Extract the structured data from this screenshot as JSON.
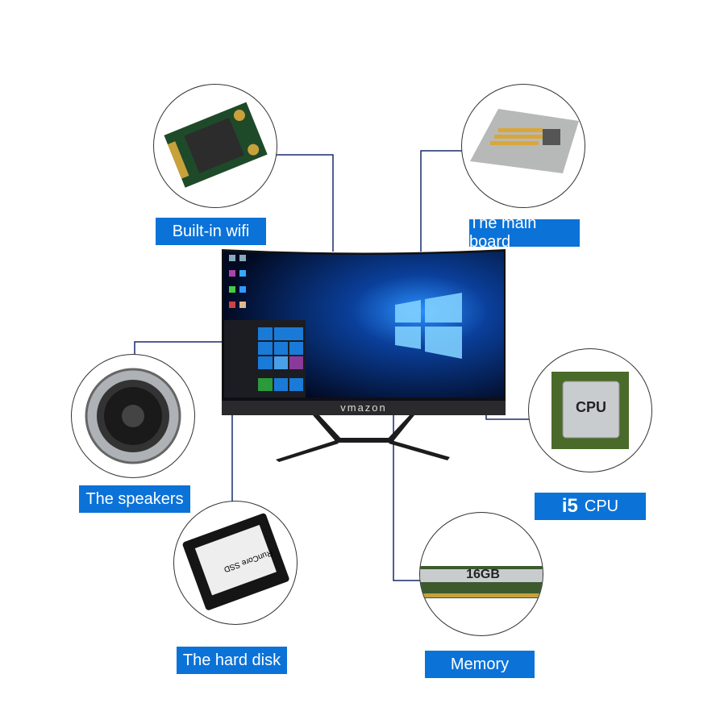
{
  "labels": {
    "wifi": "Built-in wifi",
    "mainboard": "The main board",
    "speakers": "The speakers",
    "cpu_prefix": "i5",
    "cpu": "CPU",
    "harddisk": "The hard disk",
    "memory": "Memory"
  },
  "monitor": {
    "brand": "vmazon"
  },
  "components": {
    "cpu_chip_text": "CPU",
    "memory_chip_text": "16GB",
    "ssd_text": "RunCore SSD"
  },
  "colors": {
    "label_bg": "#0b72d8",
    "connector_line": "#1a2a6c"
  }
}
